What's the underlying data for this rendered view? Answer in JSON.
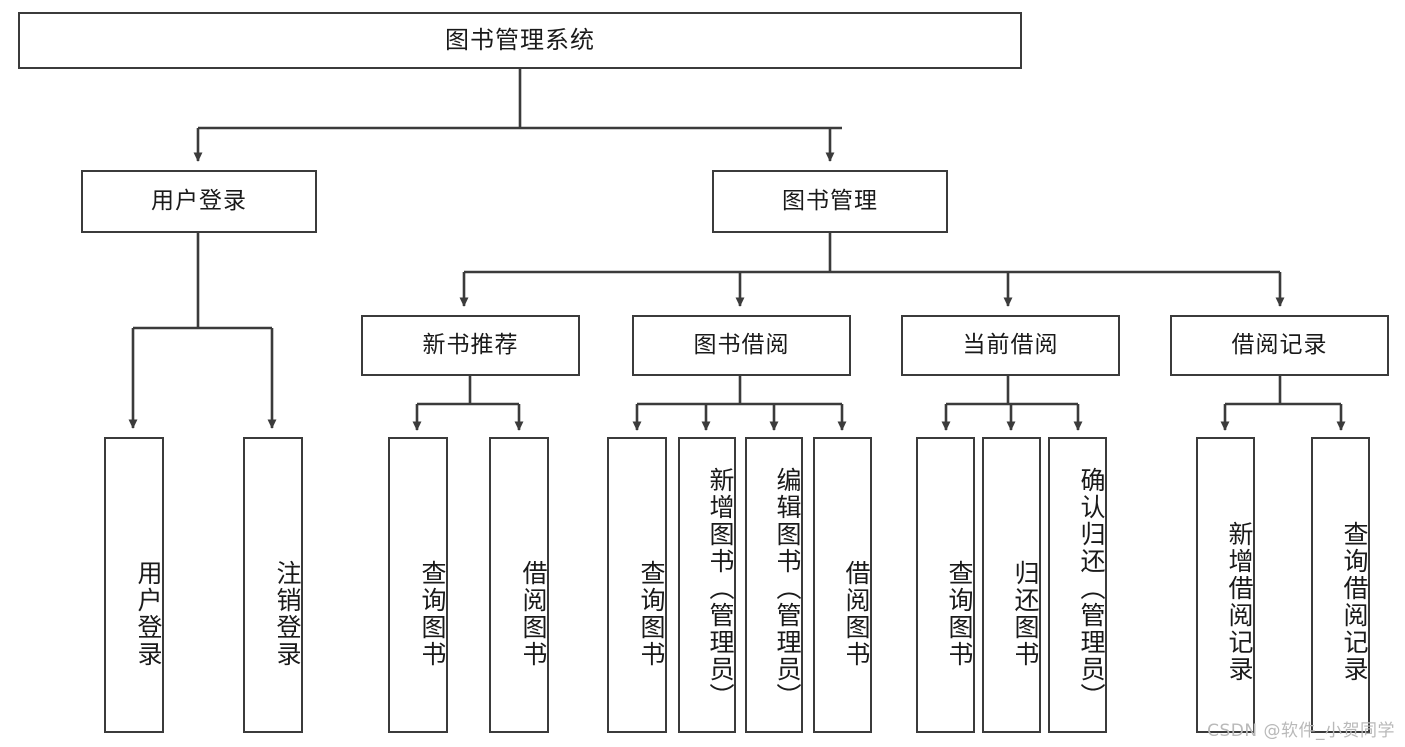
{
  "diagram": {
    "type": "tree-hierarchy",
    "title": "图书管理系统",
    "watermark": "CSDN @软件_小贺同学",
    "stroke_color": "#3b3b3b",
    "fill_color": "#ffffff",
    "text_color": "#1a1a1a",
    "watermark_color": "#b9b9b9"
  },
  "nodes": {
    "root": {
      "label": "图书管理系统"
    },
    "level2": [
      {
        "id": "user-login",
        "label": "用户登录"
      },
      {
        "id": "book-manage",
        "label": "图书管理"
      }
    ],
    "level3": [
      {
        "id": "new-book-recommend",
        "label": "新书推荐"
      },
      {
        "id": "book-borrow",
        "label": "图书借阅"
      },
      {
        "id": "current-borrow",
        "label": "当前借阅"
      },
      {
        "id": "borrow-record",
        "label": "借阅记录"
      }
    ],
    "leaves": {
      "user_login": [
        {
          "id": "leaf-user-login",
          "label": "用户登录"
        },
        {
          "id": "leaf-logout",
          "label": "注销登录"
        }
      ],
      "new_book_recommend": [
        {
          "id": "leaf-query-book-1",
          "label": "查询图书"
        },
        {
          "id": "leaf-borrow-book-1",
          "label": "借阅图书"
        }
      ],
      "book_borrow": [
        {
          "id": "leaf-query-book-2",
          "label": "查询图书"
        },
        {
          "id": "leaf-add-book",
          "label": "新增图书（管理员）"
        },
        {
          "id": "leaf-edit-book",
          "label": "编辑图书（管理员）"
        },
        {
          "id": "leaf-borrow-book-2",
          "label": "借阅图书"
        }
      ],
      "current_borrow": [
        {
          "id": "leaf-query-book-3",
          "label": "查询图书"
        },
        {
          "id": "leaf-return-book",
          "label": "归还图书"
        },
        {
          "id": "leaf-confirm-return",
          "label": "确认归还（管理员）"
        }
      ],
      "borrow_record": [
        {
          "id": "leaf-add-record",
          "label": "新增借阅记录"
        },
        {
          "id": "leaf-query-record",
          "label": "查询借阅记录"
        }
      ]
    }
  }
}
